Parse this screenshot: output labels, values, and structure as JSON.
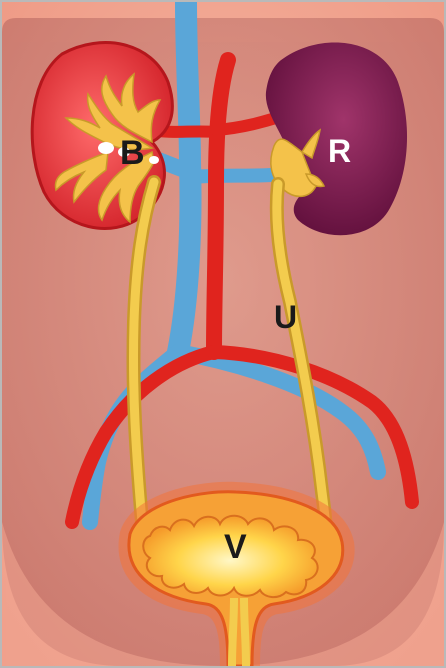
{
  "labels": {
    "kidney_left": "B",
    "kidney_right": "R",
    "ureter": "U",
    "bladder": "V"
  },
  "colors": {
    "background": "#f3a592",
    "body_fill": "#c97a70",
    "artery": "#e0241e",
    "vein": "#5aa6d8",
    "ureter": "#f0c040",
    "kidney_red": "#e4363a",
    "kidney_dark": "#7a1a4d",
    "bladder": "#ffd34a"
  }
}
